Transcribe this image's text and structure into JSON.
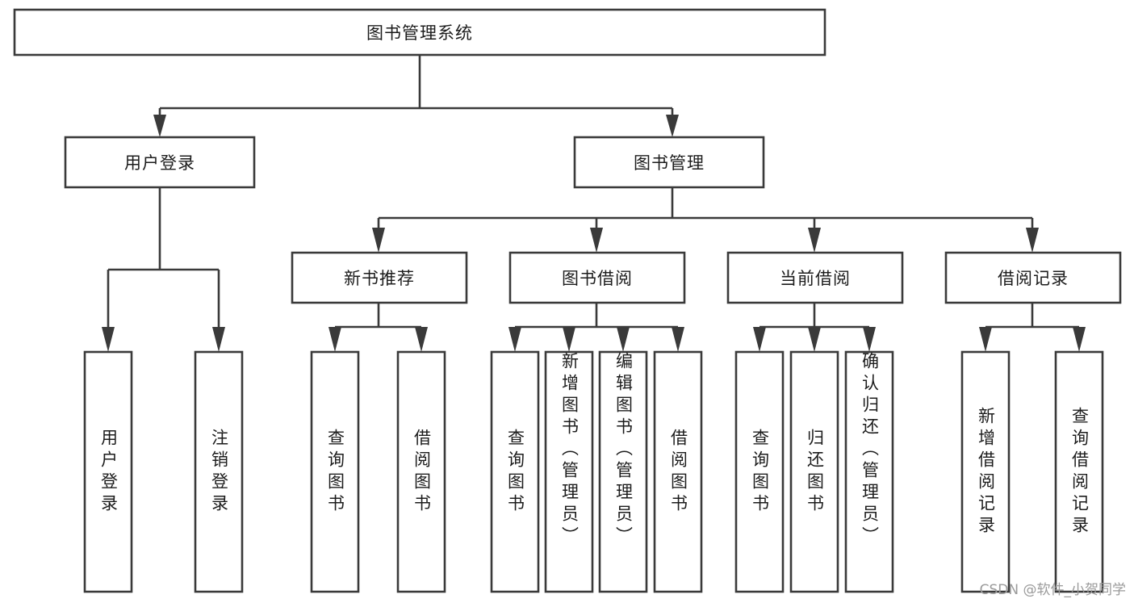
{
  "diagram": {
    "type": "tree-hierarchy",
    "title": "图书管理系统",
    "watermark": "CSDN @软件_小贺同学",
    "colors": {
      "box_stroke": "#3a3a3a",
      "box_fill": "#ffffff",
      "text": "#1c1c1c",
      "background": "#ffffff",
      "watermark": "#9a9a9a"
    },
    "levels": {
      "root": {
        "label": "图书管理系统"
      },
      "level2": [
        {
          "label": "用户登录"
        },
        {
          "label": "图书管理"
        }
      ],
      "level3": [
        {
          "label": "新书推荐"
        },
        {
          "label": "图书借阅"
        },
        {
          "label": "当前借阅"
        },
        {
          "label": "借阅记录"
        }
      ],
      "leaves": {
        "user_login": [
          {
            "label": "用户登录"
          },
          {
            "label": "注销登录"
          }
        ],
        "new_book_recommend": [
          {
            "label": "查询图书"
          },
          {
            "label": "借阅图书"
          }
        ],
        "book_borrow": [
          {
            "label": "查询图书"
          },
          {
            "label": "新增图书（管理员）"
          },
          {
            "label": "编辑图书（管理员）"
          },
          {
            "label": "借阅图书"
          }
        ],
        "current_borrow": [
          {
            "label": "查询图书"
          },
          {
            "label": "归还图书"
          },
          {
            "label": "确认归还（管理员）"
          }
        ],
        "borrow_record": [
          {
            "label": "新增借阅记录"
          },
          {
            "label": "查询借阅记录"
          }
        ]
      }
    }
  }
}
